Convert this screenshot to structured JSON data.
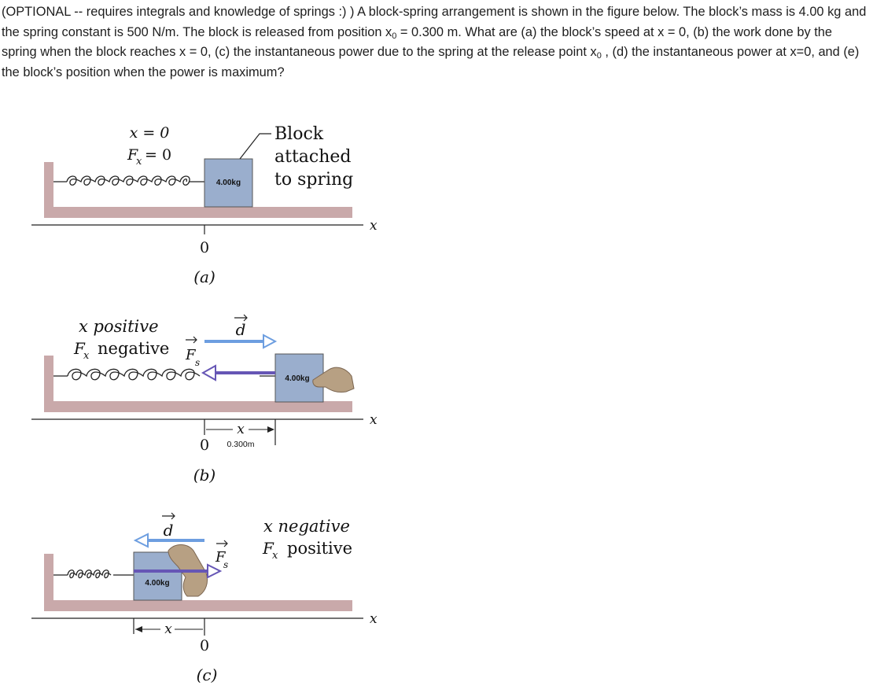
{
  "question": {
    "parts": [
      "(OPTIONAL -- requires integrals and knowledge of springs :) ) A block-spring arrangement is shown in the figure below. The block’s mass is 4.00 kg and the spring constant is 500 N/m. The block is released from position x",
      "0",
      " = 0.300 m. What are (a) the block’s speed at x = 0, (b) the work done by the spring when the block reaches x = 0, (c) the instantaneous power due to the spring at the release point x",
      "0",
      " , (d) the instantaneous power at x=0, and (e) the block’s position when the power is maximum?"
    ]
  },
  "figure": {
    "axis_label": "x",
    "zero_label": "0",
    "block_mass_label": "4.00kg",
    "panel_a": {
      "caption": "(a)",
      "pos_label": "x = 0",
      "force_label": "F",
      "force_sub": "x",
      "force_eq": "= 0",
      "callout": [
        "Block",
        "attached",
        "to spring"
      ]
    },
    "panel_b": {
      "caption": "(b)",
      "x_text": "x positive",
      "f_sym": "F",
      "f_sub": "x",
      "f_text": "negative",
      "d_label": "d",
      "fs_label": "F",
      "fs_sub": "s",
      "dim_label": "x",
      "dim_value": "0.300m"
    },
    "panel_c": {
      "caption": "(c)",
      "x_text": "x negative",
      "f_sym": "F",
      "f_sub": "x",
      "f_text": "positive",
      "d_label": "d",
      "fs_label": "F",
      "fs_sub": "s",
      "dim_label": "x"
    },
    "colors": {
      "block": "#9aaecd",
      "floor": "#c9a9aa",
      "displacement_arrow": "#6d9ee0",
      "force_arrow": "#6656b5",
      "hand": "#b7a083"
    }
  }
}
